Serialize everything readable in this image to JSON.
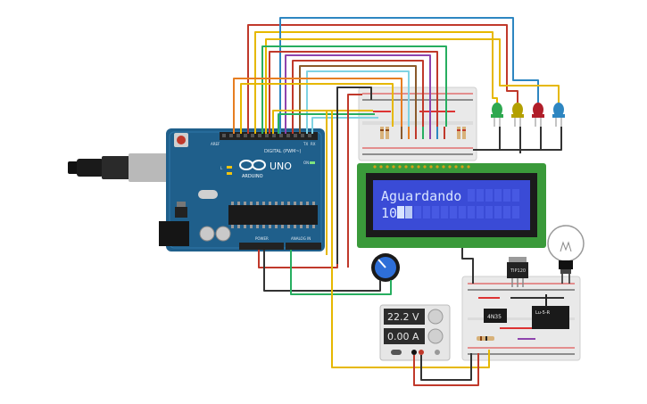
{
  "arduino": {
    "logo_text": "UNO",
    "digital_label": "DIGITAL (PWM~)",
    "power_label": "POWER",
    "analog_label": "ANALOG IN",
    "brand_text": "ARDUINO",
    "aref_label": "AREF",
    "gnd_label": "GND",
    "tx_label": "TX",
    "rx_label": "RX",
    "l_label": "L",
    "on_label": "ON"
  },
  "lcd": {
    "line1": "Aguardando",
    "line2": "10"
  },
  "power_supply": {
    "voltage": "22.2 V",
    "current": "0.00 A"
  },
  "chips": {
    "transistor": "TIP120",
    "optocoupler": "4N35",
    "relay": "Lu-5-R"
  },
  "colors": {
    "arduino_board": "#1f5f8b",
    "lcd_board": "#3a9a3a",
    "lcd_screen": "#3a4bd6",
    "lcd_text": "#d8e4ff",
    "breadboard": "#e9e9e9"
  }
}
